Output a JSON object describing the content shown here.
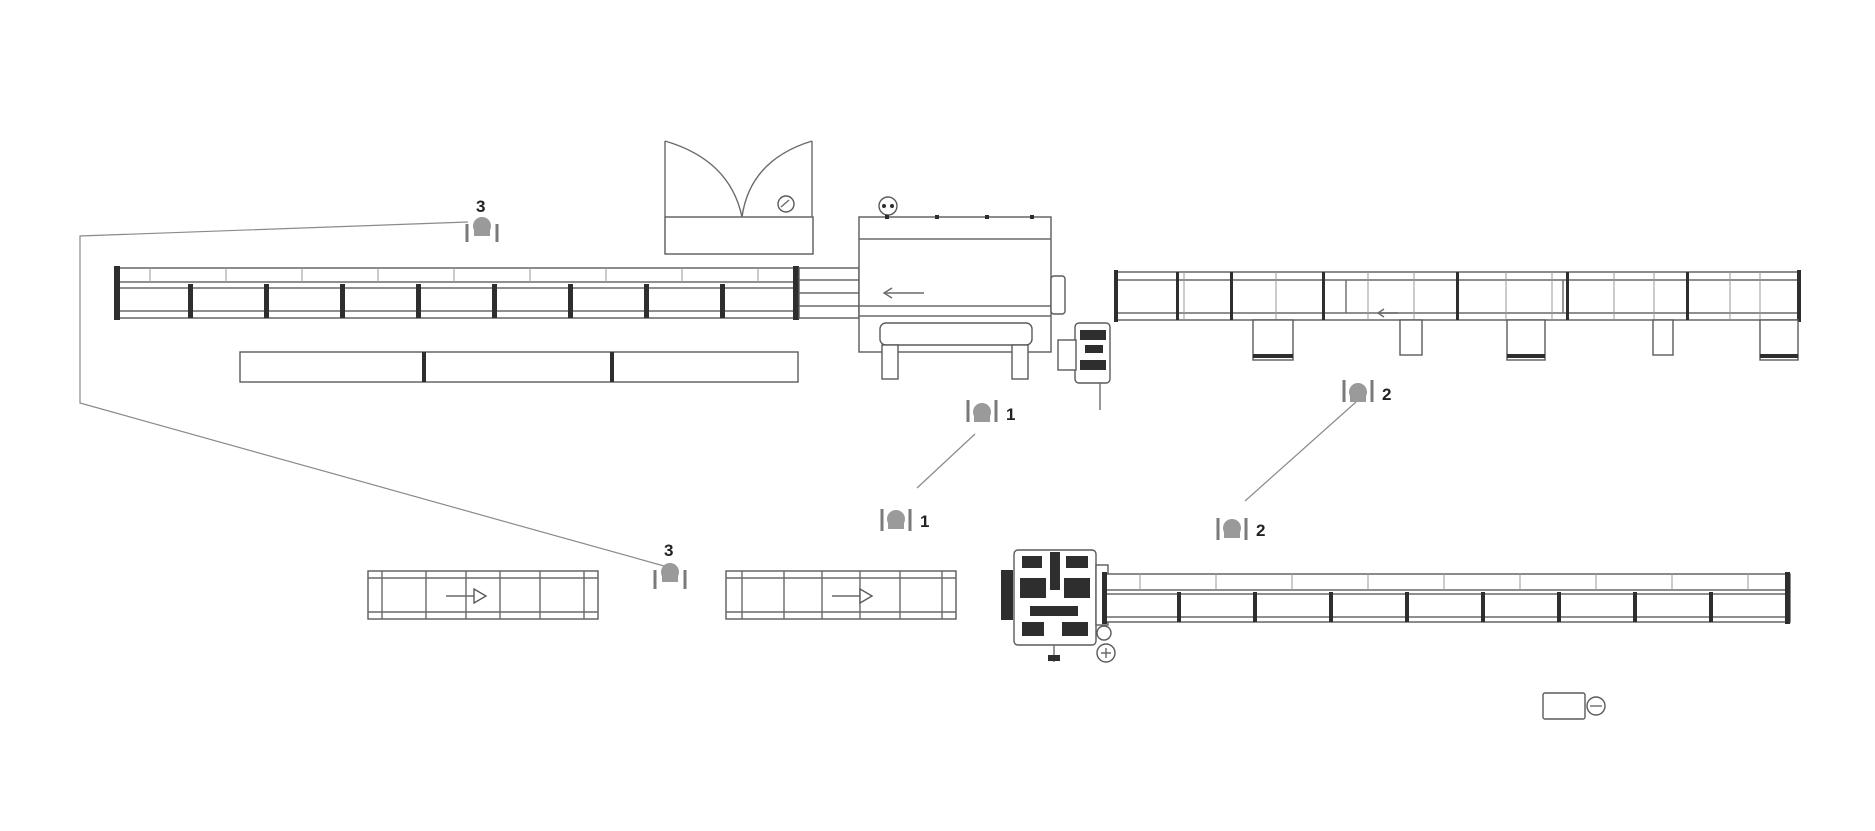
{
  "diagram": {
    "markers": [
      {
        "id": "m3-top",
        "label": "3"
      },
      {
        "id": "m3-bottom",
        "label": "3"
      },
      {
        "id": "m1-top",
        "label": "1"
      },
      {
        "id": "m1-bottom",
        "label": "1"
      },
      {
        "id": "m2-top",
        "label": "2"
      },
      {
        "id": "m2-bottom",
        "label": "2"
      }
    ],
    "colors": {
      "line": "#6a6a6a",
      "dark": "#2e2e2e",
      "marker": "#9a9a9a",
      "background": "#ffffff"
    },
    "icons": [
      "arrow-right-icon",
      "arrow-left-icon",
      "circle-symbol-icon",
      "operator-marker-icon"
    ]
  }
}
